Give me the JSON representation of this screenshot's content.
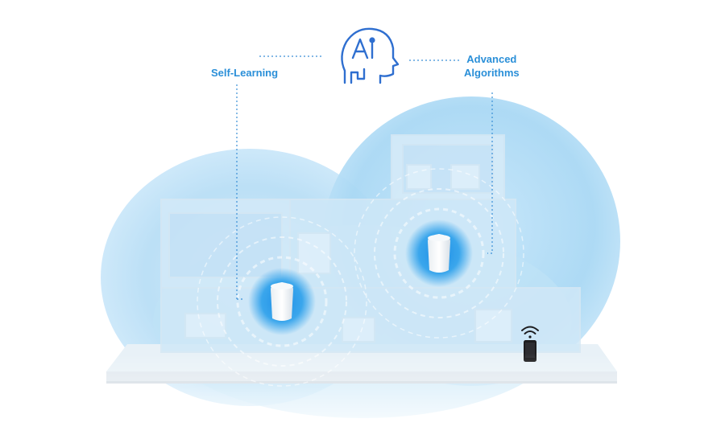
{
  "labels": {
    "self_learning": "Self-Learning",
    "advanced_line1": "Advanced",
    "advanced_line2": "Algorithms"
  },
  "icons": {
    "center": "ai-head-icon",
    "devices": [
      "mesh-router-unit",
      "mesh-router-unit",
      "smartphone-icon",
      "wifi-icon"
    ]
  },
  "colors": {
    "label_blue": "#2a8fd8",
    "cloud_blue": "#bfe3f8",
    "router_glow": "#3aa6ec",
    "dotted_line": "#3a8fd6"
  }
}
